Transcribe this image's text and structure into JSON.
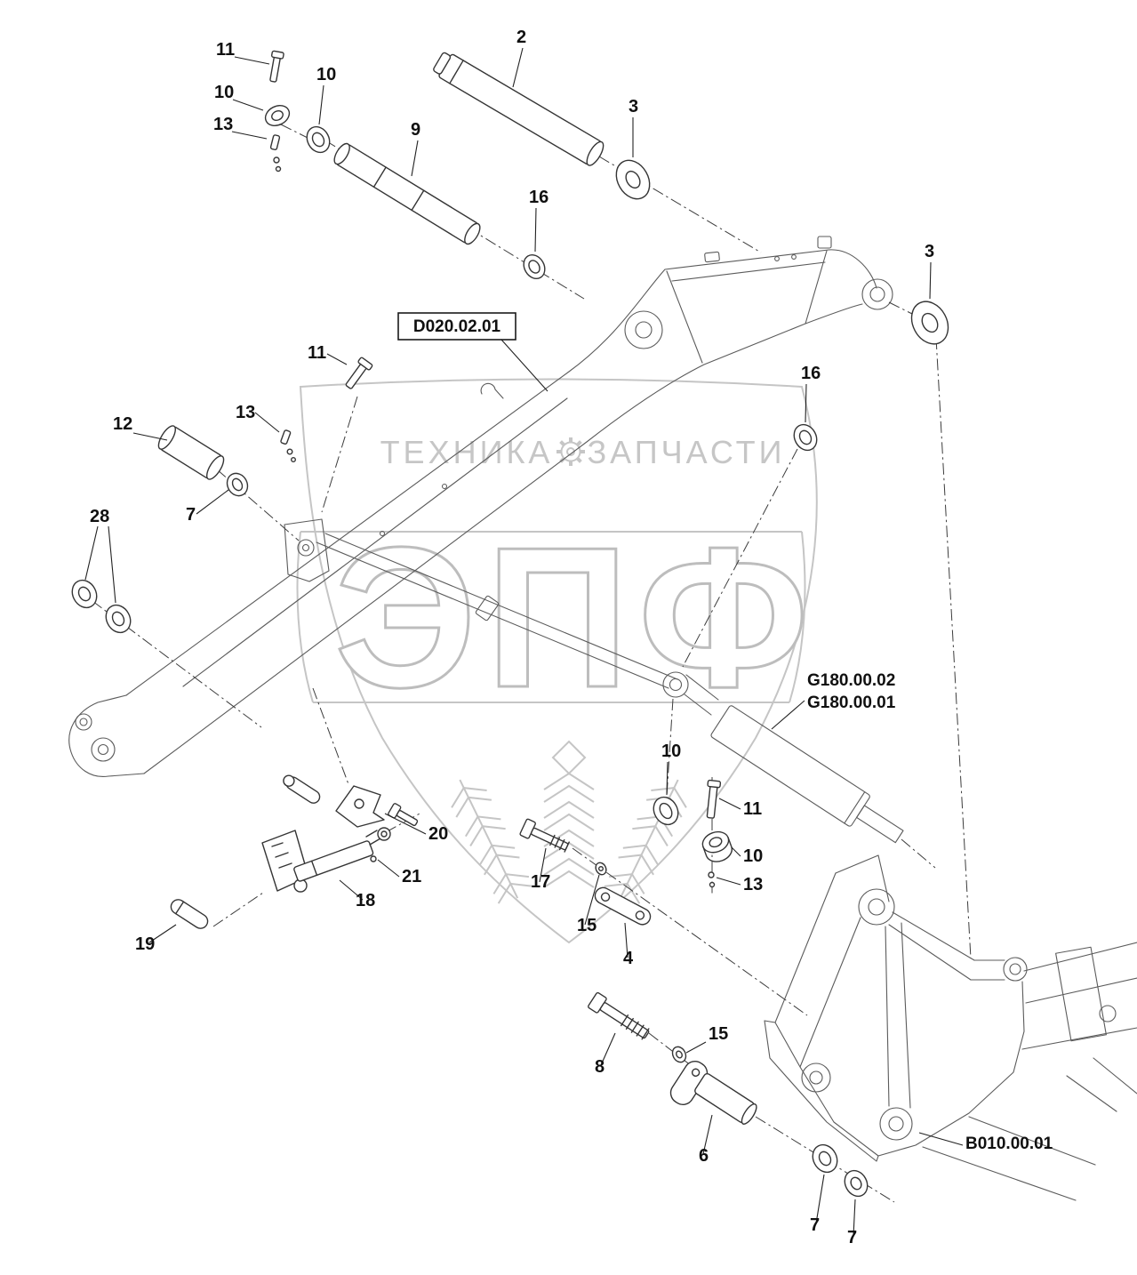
{
  "colors": {
    "background": "#ffffff",
    "structure_line": "#5b5b5b",
    "part_line": "#353535",
    "label_text": "#101010",
    "watermark": "#c5c5c5"
  },
  "watermark": {
    "left": "ТЕХНИКА",
    "right": "ЗАПЧАСТИ",
    "logo": "ЭПФ"
  },
  "ref_codes": {
    "boom": "D020.02.01",
    "cylinder_top": "G180.00.02",
    "cylinder_bottom": "G180.00.01",
    "frame": "B010.00.01"
  },
  "part_labels": [
    {
      "text": "11"
    },
    {
      "text": "10"
    },
    {
      "text": "13"
    },
    {
      "text": "10"
    },
    {
      "text": "2"
    },
    {
      "text": "9"
    },
    {
      "text": "3"
    },
    {
      "text": "16"
    },
    {
      "text": "3"
    },
    {
      "text": "11"
    },
    {
      "text": "16"
    },
    {
      "text": "13"
    },
    {
      "text": "12"
    },
    {
      "text": "7"
    },
    {
      "text": "28"
    },
    {
      "text": "10"
    },
    {
      "text": "11"
    },
    {
      "text": "10"
    },
    {
      "text": "13"
    },
    {
      "text": "20"
    },
    {
      "text": "21"
    },
    {
      "text": "18"
    },
    {
      "text": "17"
    },
    {
      "text": "15"
    },
    {
      "text": "19"
    },
    {
      "text": "4"
    },
    {
      "text": "8"
    },
    {
      "text": "15"
    },
    {
      "text": "6"
    },
    {
      "text": "7"
    },
    {
      "text": "7"
    }
  ]
}
